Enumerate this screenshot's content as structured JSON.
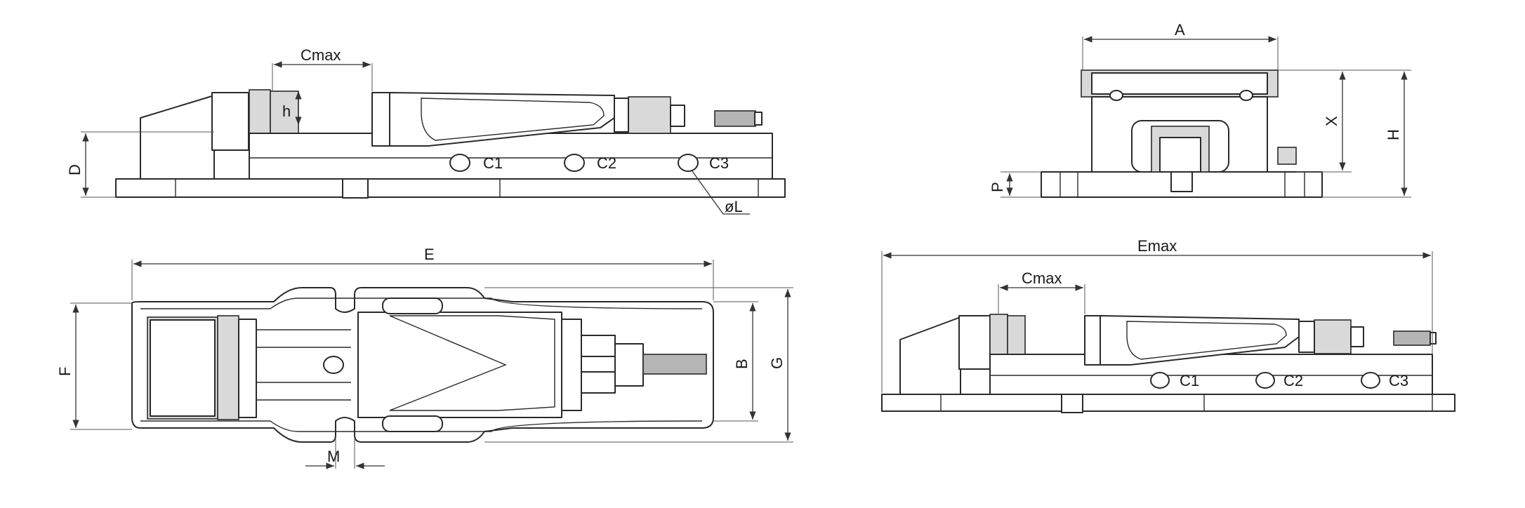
{
  "labels": {
    "side_top": {
      "cmax": "Cmax",
      "h": "h",
      "d": "D",
      "c1": "C1",
      "c2": "C2",
      "c3": "C3",
      "diam_l": "øL"
    },
    "end_view": {
      "a": "A",
      "x": "X",
      "h": "H",
      "p": "P"
    },
    "plan_view": {
      "e": "E",
      "f": "F",
      "b": "B",
      "g": "G",
      "m": "M"
    },
    "side_extended": {
      "emax": "Emax",
      "cmax": "Cmax",
      "c1": "C1",
      "c2": "C2",
      "c3": "C3"
    }
  },
  "colors": {
    "line": "#2a2a2a",
    "fill_light": "#d9d9d9",
    "fill_dark": "#b5b5b5",
    "background": "#ffffff"
  }
}
